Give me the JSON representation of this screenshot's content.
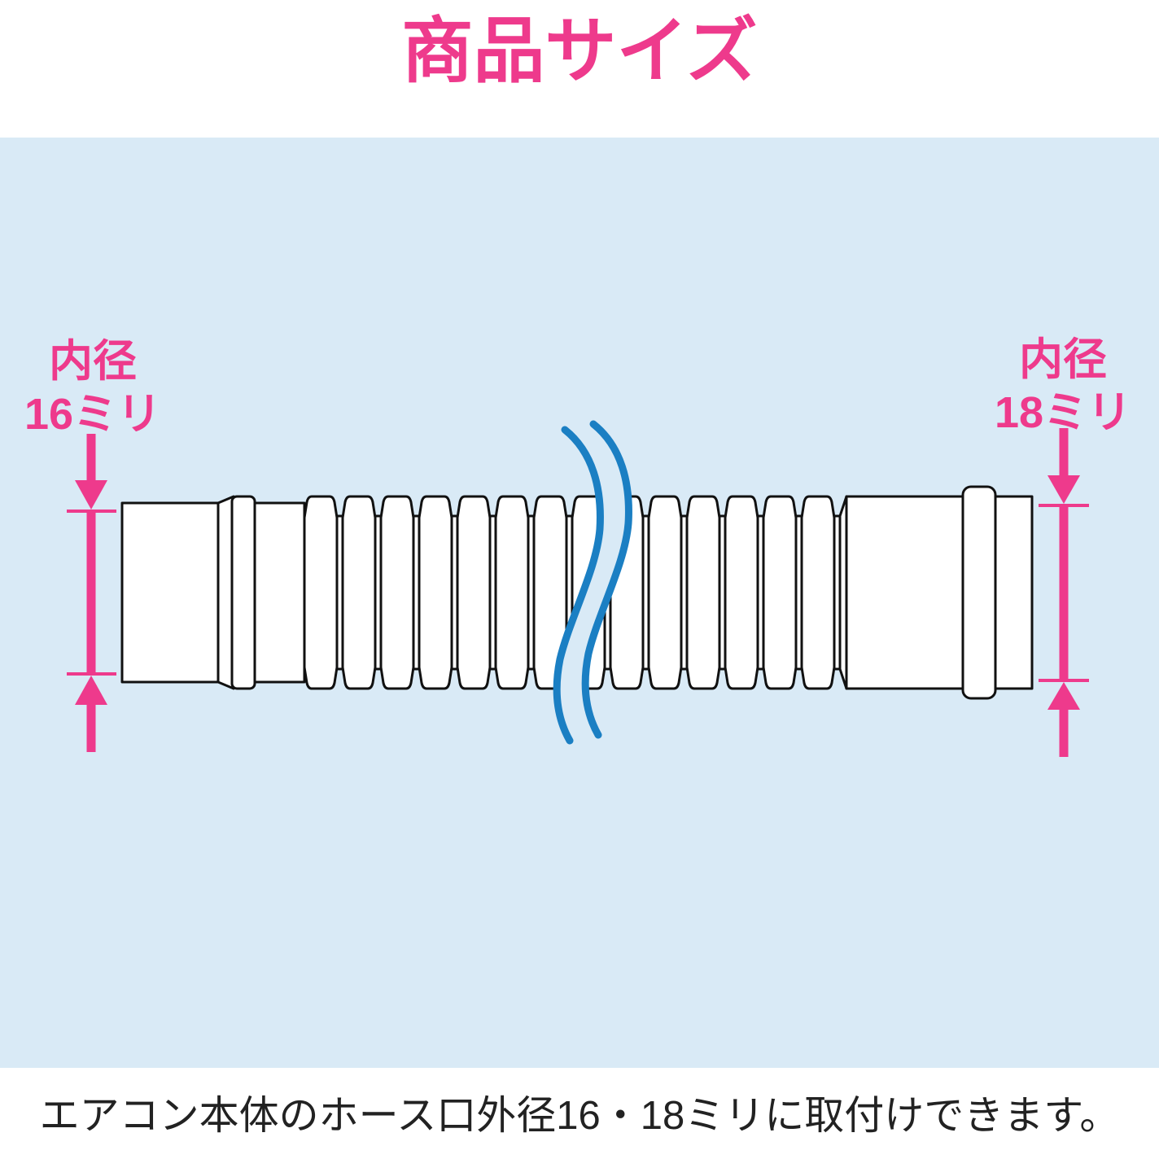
{
  "title": "商品サイズ",
  "diagram": {
    "left_dimension": {
      "line1": "内径",
      "line2": "16ミリ"
    },
    "right_dimension": {
      "line1": "内径",
      "line2": "18ミリ"
    }
  },
  "caption": "エアコン本体のホース口外径16・18ミリに取付けできます。",
  "colors": {
    "accent_pink": "#ee3a8c",
    "panel_blue": "#d9eaf6",
    "break_line_blue": "#1b7fc3",
    "outline_black": "#111111",
    "text_dark": "#222222"
  }
}
